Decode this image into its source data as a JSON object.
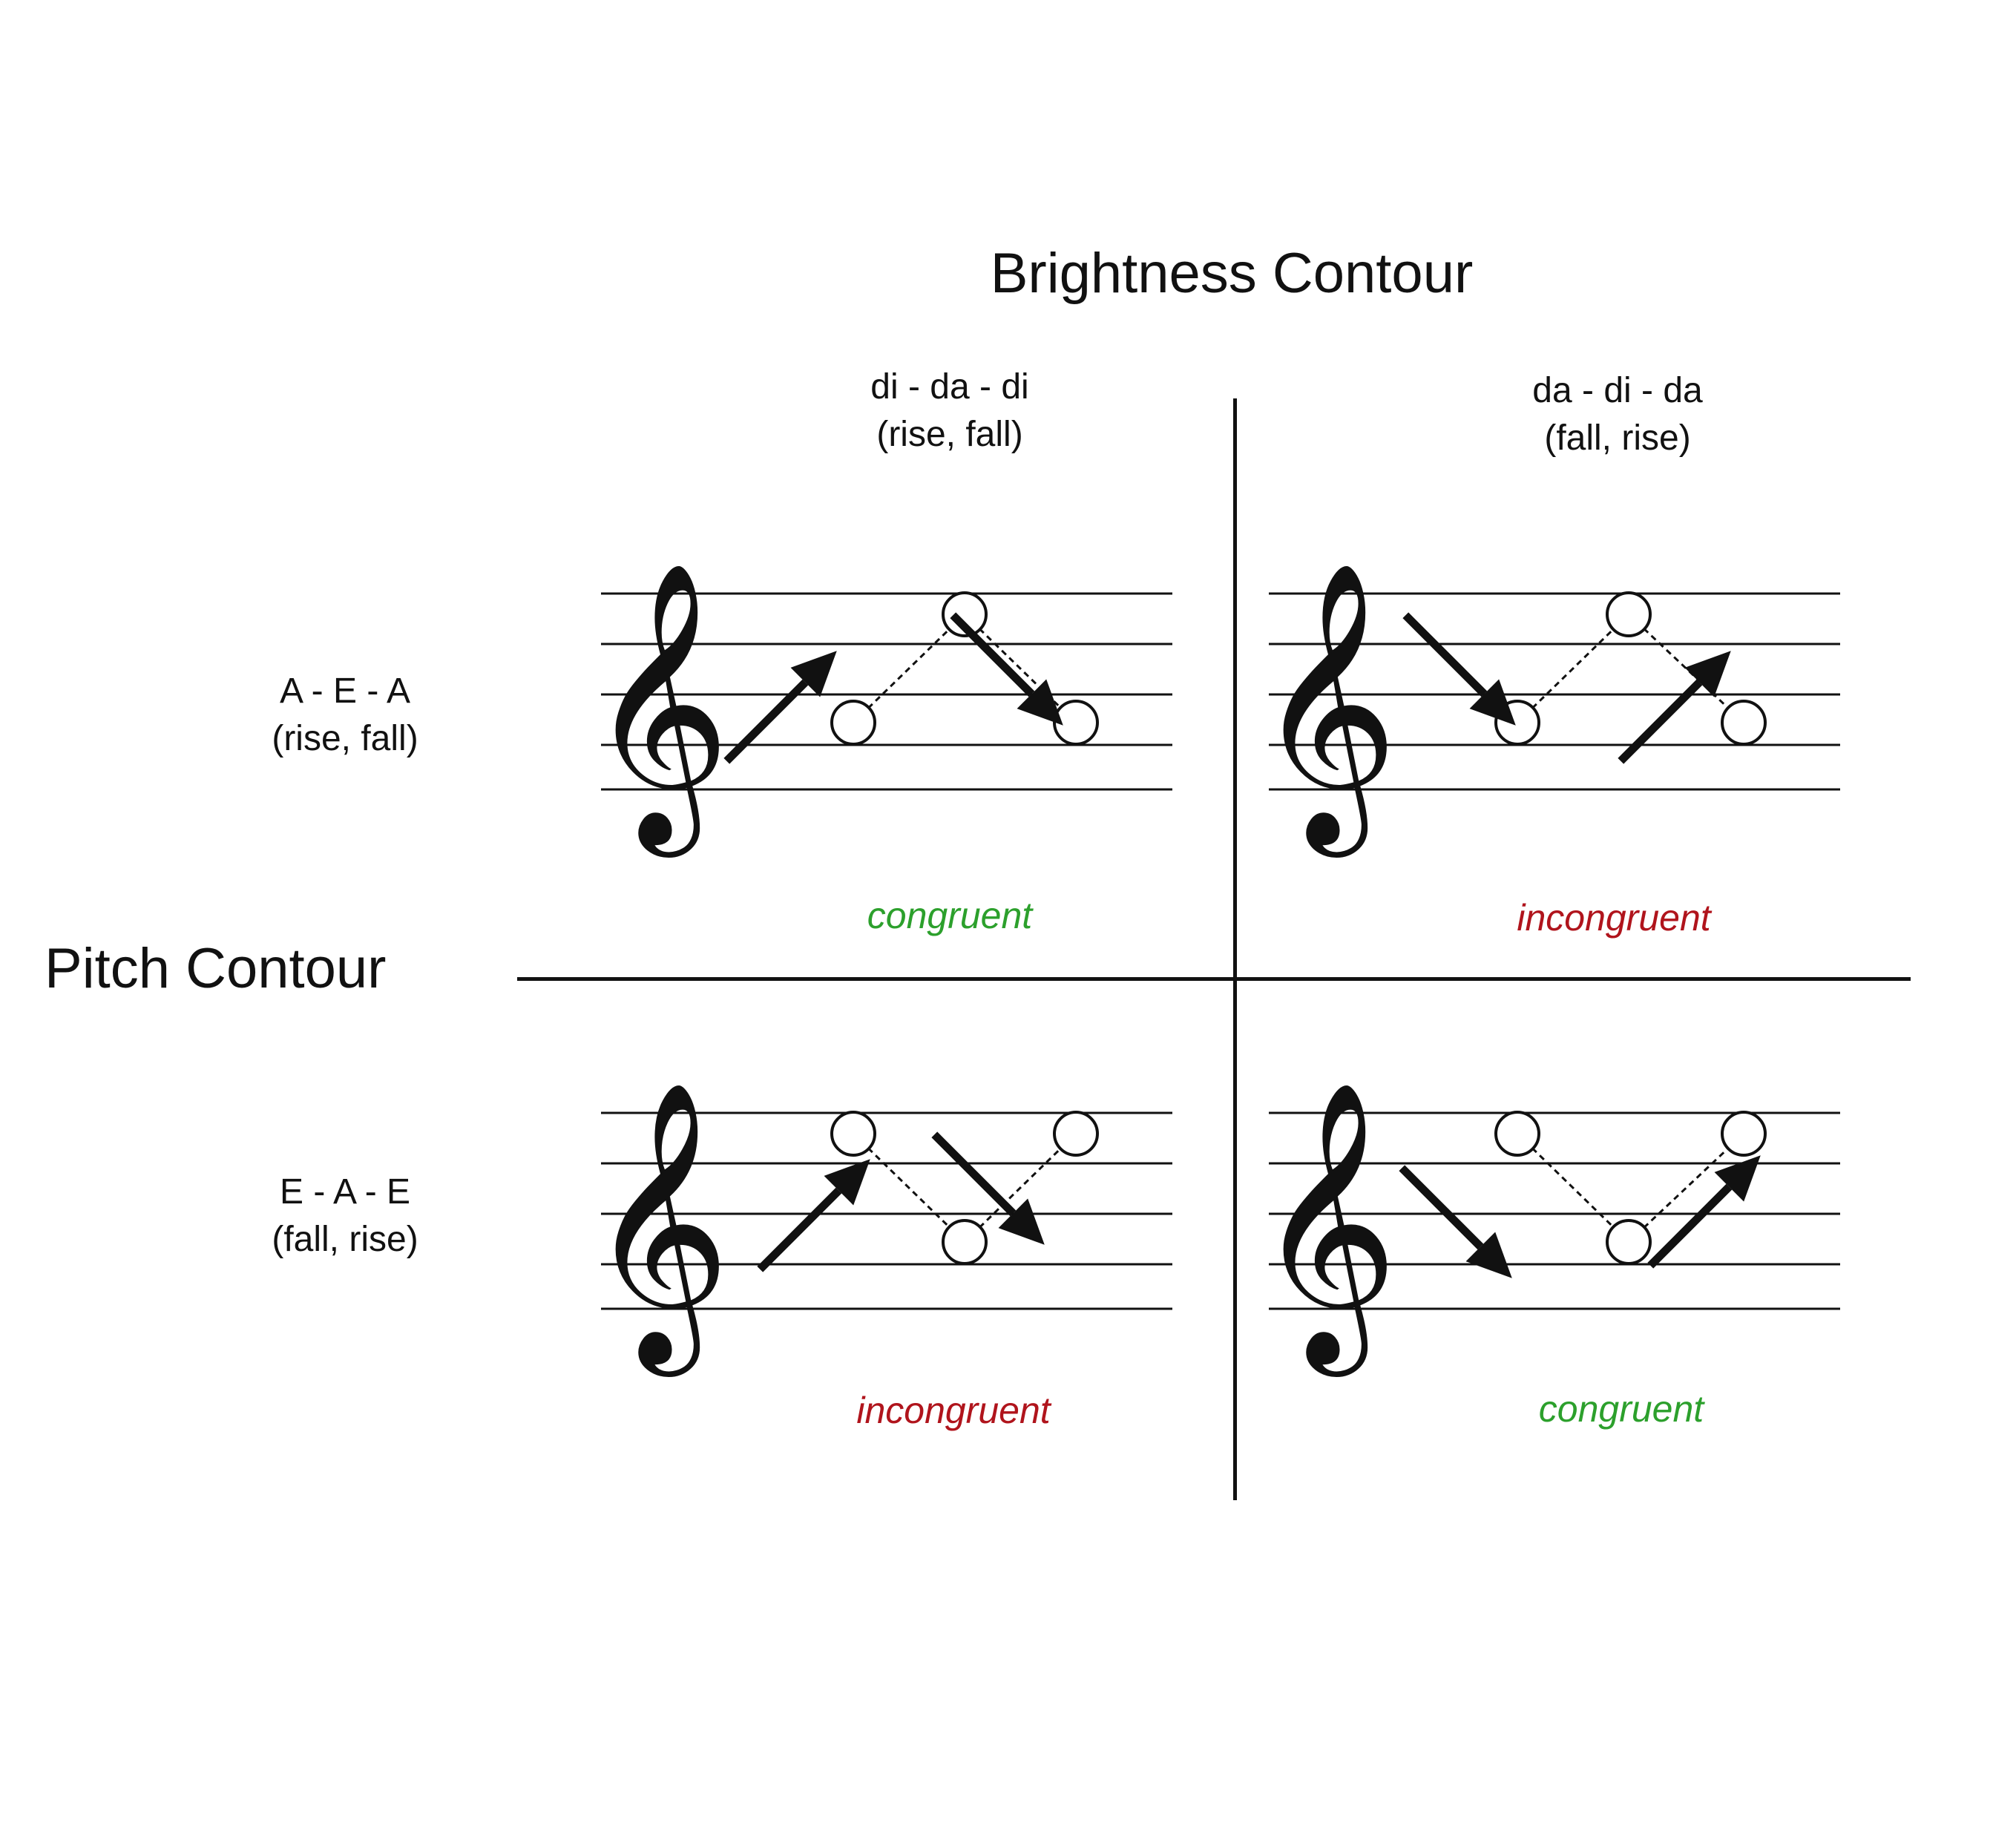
{
  "brightness_title": "Brightness Contour",
  "pitch_title": "Pitch Contour",
  "columns": [
    {
      "line1": "di - da - di",
      "line2": "(rise, fall)"
    },
    {
      "line1": "da - di - da",
      "line2": "(fall, rise)"
    }
  ],
  "rows": [
    {
      "line1": "A - E - A",
      "line2": "(rise, fall)"
    },
    {
      "line1": "E - A - E",
      "line2": "(fall, rise)"
    }
  ],
  "cells": [
    {
      "verdict": "congruent"
    },
    {
      "verdict": "incongruent"
    },
    {
      "verdict": "incongruent"
    },
    {
      "verdict": "congruent"
    }
  ],
  "clef_symbol": "𝄞",
  "colors": {
    "congruent": "#2ca02c",
    "incongruent": "#b0141c",
    "ink": "#111111"
  }
}
